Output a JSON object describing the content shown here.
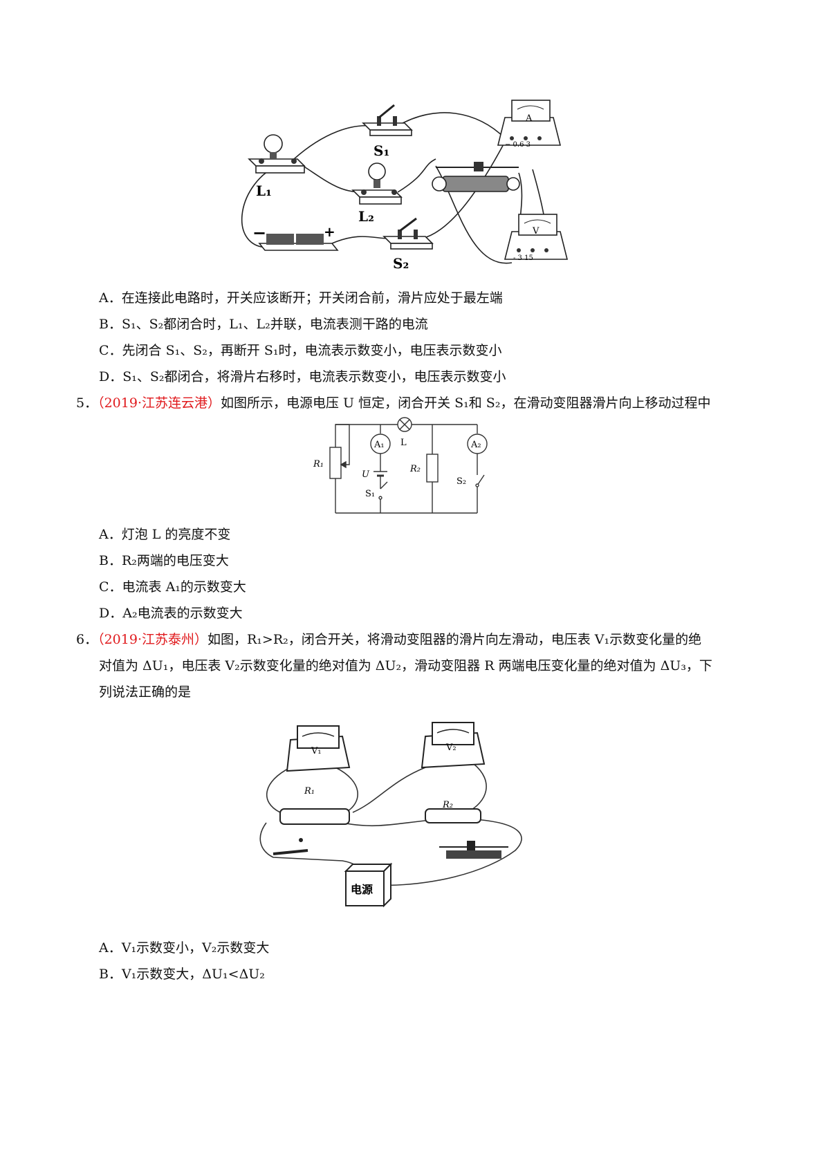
{
  "fig1": {
    "labels": {
      "L1": "L₁",
      "L2": "L₂",
      "S1": "S₁",
      "S2": "S₂",
      "ammeter": "A",
      "voltmeter": "V",
      "minus": "−",
      "plus": "+"
    },
    "ammeter_terminals": "−  0.6  3",
    "voltmeter_terminals": "-  3  15"
  },
  "q4_options": [
    "A．在连接此电路时，开关应该断开；开关闭合前，滑片应处于最左端",
    "B．S₁、S₂都闭合时，L₁、L₂并联，电流表测干路的电流",
    "C．先闭合 S₁、S₂，再断开 S₁时，电流表示数变小，电压表示数变小",
    "D．S₁、S₂都闭合，将滑片右移时，电流表示数变小，电压表示数变小"
  ],
  "q5": {
    "number": "5．",
    "source": "（2019·江苏连云港）",
    "text": "如图所示，电源电压 U 恒定，闭合开关 S₁和 S₂，在滑动变阻器滑片向上移动过程中",
    "fig_labels": {
      "R1": "R₁",
      "R2": "R₂",
      "A1": "A₁",
      "A2": "A₂",
      "U": "U",
      "S1": "S₁",
      "S2": "S₂",
      "L": "L"
    },
    "options": [
      "A．灯泡 L 的亮度不变",
      "B．R₂两端的电压变大",
      "C．电流表 A₁的示数变大",
      "D．A₂电流表的示数变大"
    ]
  },
  "q6": {
    "number": "6．",
    "source": "（2019·江苏泰州）",
    "text_line1": "如图，R₁>R₂，闭合开关，将滑动变阻器的滑片向左滑动，电压表 V₁示数变化量的绝",
    "text_line2": "对值为 ΔU₁，电压表 V₂示数变化量的绝对值为 ΔU₂，滑动变阻器 R 两端电压变化量的绝对值为 ΔU₃，下",
    "text_line3": "列说法正确的是",
    "fig_labels": {
      "V1": "V₁",
      "V2": "V₂",
      "R1": "R₁",
      "R2": "R₂",
      "source": "电源"
    },
    "options": [
      "A．V₁示数变小，V₂示数变大",
      "B．V₁示数变大，ΔU₁<ΔU₂"
    ]
  }
}
